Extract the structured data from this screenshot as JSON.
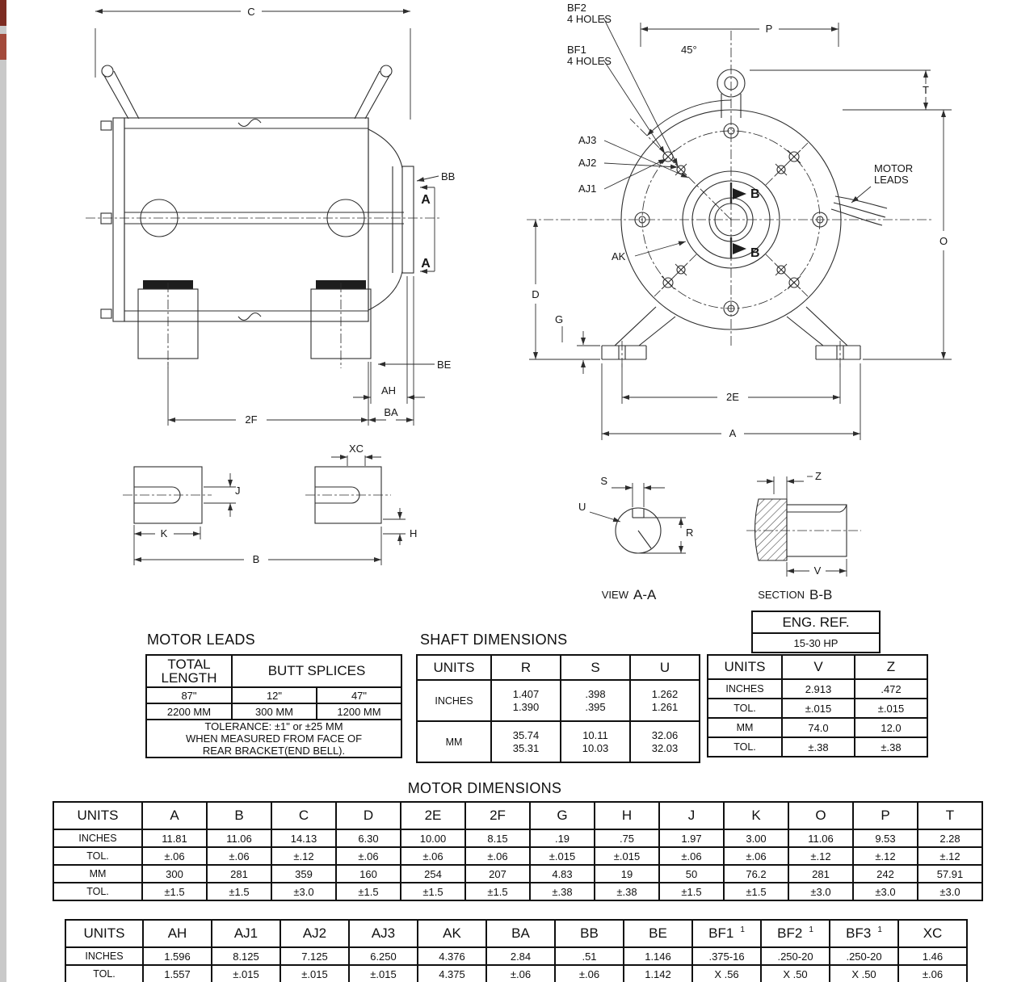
{
  "colors": {
    "line": "#2d2d2d",
    "table_border": "#101010",
    "background": "#ffffff"
  },
  "drawing": {
    "side": {
      "c": "C",
      "bb": "BB",
      "a_top": "A",
      "a_bot": "A",
      "be": "BE",
      "ah": "AH",
      "f2": "2F",
      "ba": "BA"
    },
    "front": {
      "bf2": "BF2",
      "bf2_sub": "4 HOLES",
      "bf1": "BF1",
      "bf1_sub": "4 HOLES",
      "deg45": "45°",
      "p": "P",
      "t": "T",
      "o": "O",
      "aj3": "AJ3",
      "aj2": "AJ2",
      "aj1": "AJ1",
      "leads1": "MOTOR",
      "leads2": "LEADS",
      "b_top": "B",
      "b_bot": "B",
      "ak": "AK",
      "d": "D",
      "g": "G",
      "e2": "2E",
      "a": "A"
    },
    "keyway": {
      "xc": "XC",
      "j": "J",
      "k": "K",
      "h": "H",
      "b": "B"
    },
    "view_aa": {
      "s": "S",
      "u": "U",
      "r": "R",
      "prefix": "VIEW",
      "name": "A-A"
    },
    "section_bb": {
      "z": "Z",
      "v": "V",
      "prefix": "SECTION",
      "name": "B-B"
    }
  },
  "motor_leads": {
    "title": "MOTOR LEADS",
    "h_total1": "TOTAL",
    "h_total2": "LENGTH",
    "h_splices": "BUTT SPLICES",
    "row_in": [
      "87\"",
      "12\"",
      "47\""
    ],
    "row_mm": [
      "2200 MM",
      "300 MM",
      "1200 MM"
    ],
    "tol1": "TOLERANCE:  ±1\" or  ±25 MM",
    "tol2": "WHEN MEASURED FROM FACE OF",
    "tol3": "REAR BRACKET(END BELL)."
  },
  "shaft_dims": {
    "title": "SHAFT DIMENSIONS",
    "headers": [
      "UNITS",
      "R",
      "S",
      "U"
    ],
    "inches_label": "INCHES",
    "mm_label": "MM",
    "inches": [
      [
        "1.407",
        "1.390"
      ],
      [
        ".398",
        ".395"
      ],
      [
        "1.262",
        "1.261"
      ]
    ],
    "mm": [
      [
        "35.74",
        "35.31"
      ],
      [
        "10.11",
        "10.03"
      ],
      [
        "32.06",
        "32.03"
      ]
    ]
  },
  "eng_ref": {
    "title": "ENG. REF.",
    "value": "15-30 HP"
  },
  "vz": {
    "headers": [
      "UNITS",
      "V",
      "Z"
    ],
    "rows": [
      [
        "INCHES",
        "2.913",
        ".472"
      ],
      [
        "TOL.",
        "±.015",
        "±.015"
      ],
      [
        "MM",
        "74.0",
        "12.0"
      ],
      [
        "TOL.",
        "±.38",
        "±.38"
      ]
    ]
  },
  "dims1": {
    "title": "MOTOR DIMENSIONS",
    "headers": [
      "UNITS",
      "A",
      "B",
      "C",
      "D",
      "2E",
      "2F",
      "G",
      "H",
      "J",
      "K",
      "O",
      "P",
      "T"
    ],
    "rows": [
      [
        "INCHES",
        "11.81",
        "11.06",
        "14.13",
        "6.30",
        "10.00",
        "8.15",
        ".19",
        ".75",
        "1.97",
        "3.00",
        "11.06",
        "9.53",
        "2.28"
      ],
      [
        "TOL.",
        "±.06",
        "±.06",
        "±.12",
        "±.06",
        "±.06",
        "±.06",
        "±.015",
        "±.015",
        "±.06",
        "±.06",
        "±.12",
        "±.12",
        "±.12"
      ],
      [
        "MM",
        "300",
        "281",
        "359",
        "160",
        "254",
        "207",
        "4.83",
        "19",
        "50",
        "76.2",
        "281",
        "242",
        "57.91"
      ],
      [
        "TOL.",
        "±1.5",
        "±1.5",
        "±3.0",
        "±1.5",
        "±1.5",
        "±1.5",
        "±.38",
        "±.38",
        "±1.5",
        "±1.5",
        "±3.0",
        "±3.0",
        "±3.0"
      ]
    ]
  },
  "dims2": {
    "headers": [
      "UNITS",
      "AH",
      "AJ1",
      "AJ2",
      "AJ3",
      "AK",
      "BA",
      "BB",
      "BE",
      "BF1",
      "BF2",
      "BF3",
      "XC"
    ],
    "sup": "1",
    "rows": [
      [
        "INCHES",
        "1.596",
        "8.125",
        "7.125",
        "6.250",
        "4.376",
        "2.84",
        ".51",
        "1.146",
        ".375-16",
        ".250-20",
        ".250-20",
        "1.46"
      ],
      [
        "TOL.",
        "1.557",
        "±.015",
        "±.015",
        "±.015",
        "4.375",
        "±.06",
        "±.06",
        "1.142",
        "X .56",
        "X .50",
        "X .50",
        "±.06"
      ]
    ]
  }
}
